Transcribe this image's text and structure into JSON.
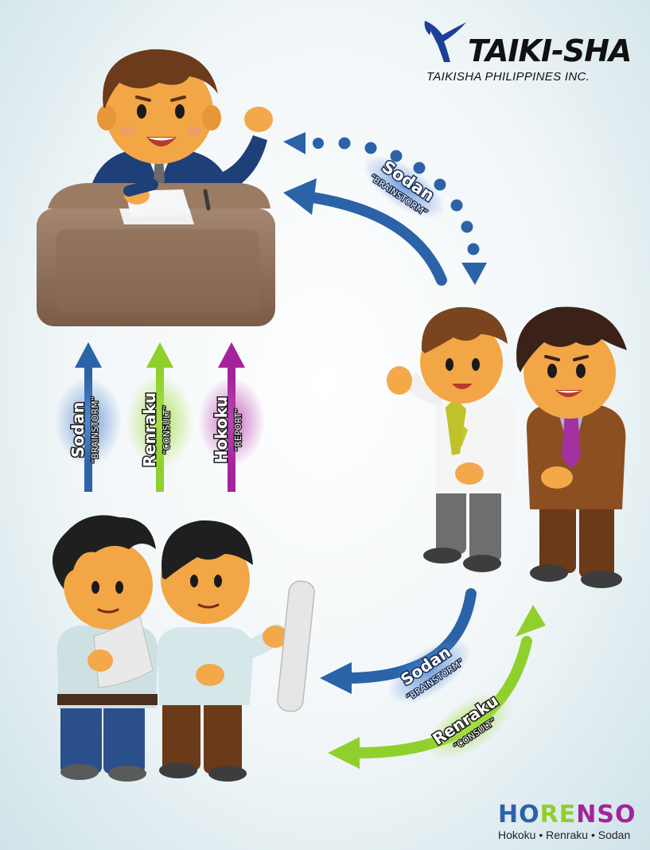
{
  "logo": {
    "name": "TAIKI-SHA",
    "subtitle": "TAIKISHA PHILIPPINES INC."
  },
  "top_arrow": {
    "label": "Sodan",
    "sub": "“BRAINSTORM”",
    "color": "#2b63a8"
  },
  "vertical_arrows": [
    {
      "label": "Sodan",
      "sub": "“BRAINSTORM”",
      "color": "#2b63a8"
    },
    {
      "label": "Renraku",
      "sub": "“CONSULT”",
      "color": "#8fd02c"
    },
    {
      "label": "Hokoku",
      "sub": "“REPORT”",
      "color": "#a4239b"
    }
  ],
  "bottom_arrows": [
    {
      "label": "Sodan",
      "sub": "“BRAINSTORM”",
      "color": "#2b63a8"
    },
    {
      "label": "Renraku",
      "sub": "“CONSULT”",
      "color": "#8fd02c"
    }
  ],
  "footer": {
    "letters": [
      {
        "ch": "H",
        "color": "#2b63a8"
      },
      {
        "ch": "O",
        "color": "#2b63a8"
      },
      {
        "ch": "R",
        "color": "#8fd02c"
      },
      {
        "ch": "E",
        "color": "#8fd02c"
      },
      {
        "ch": "N",
        "color": "#a4239b"
      },
      {
        "ch": "S",
        "color": "#a4239b"
      },
      {
        "ch": "O",
        "color": "#a4239b"
      }
    ],
    "tagline": "Hokoku • Renraku • Sodan"
  }
}
